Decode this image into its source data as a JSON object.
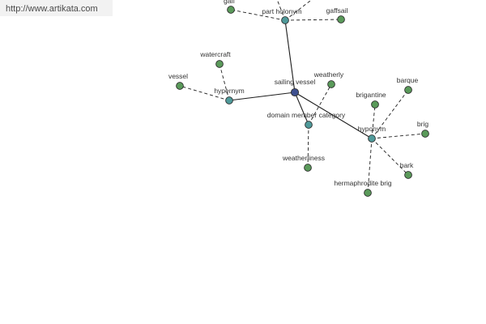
{
  "header": {
    "source_url": "http://www.artikata.com"
  },
  "colors": {
    "center_node": "#3d4f8f",
    "relation_node": "#4f9a9a",
    "leaf_node": "#5a9a5a",
    "edge": "#1e1e1e"
  },
  "graph": {
    "nodes": [
      {
        "id": "sailing-vessel",
        "label": "sailing vessel",
        "kind": "center"
      },
      {
        "id": "part-holonym",
        "label": "part holonym",
        "kind": "relation"
      },
      {
        "id": "hypernym",
        "label": "hypernym",
        "kind": "relation"
      },
      {
        "id": "domain-member-category",
        "label": "domain member category",
        "kind": "relation"
      },
      {
        "id": "hyponym",
        "label": "hyponym",
        "kind": "relation"
      },
      {
        "id": "gaff",
        "label": "gaff",
        "kind": "leaf"
      },
      {
        "id": "gaffsail",
        "label": "gaffsail",
        "kind": "leaf"
      },
      {
        "id": "holonym-leaf-1",
        "label": "",
        "kind": "leaf"
      },
      {
        "id": "holonym-leaf-2",
        "label": "",
        "kind": "leaf"
      },
      {
        "id": "watercraft",
        "label": "watercraft",
        "kind": "leaf"
      },
      {
        "id": "vessel",
        "label": "vessel",
        "kind": "leaf"
      },
      {
        "id": "weatherly",
        "label": "weatherly",
        "kind": "leaf"
      },
      {
        "id": "weatherliness",
        "label": "weatherliness",
        "kind": "leaf"
      },
      {
        "id": "brigantine",
        "label": "brigantine",
        "kind": "leaf"
      },
      {
        "id": "barque",
        "label": "barque",
        "kind": "leaf"
      },
      {
        "id": "brig",
        "label": "brig",
        "kind": "leaf"
      },
      {
        "id": "bark",
        "label": "bark",
        "kind": "leaf"
      },
      {
        "id": "hermaphrodite-brig",
        "label": "hermaphrodite brig",
        "kind": "leaf"
      }
    ],
    "edges": [
      {
        "from": "sailing-vessel",
        "to": "part-holonym",
        "style": "solid"
      },
      {
        "from": "sailing-vessel",
        "to": "hypernym",
        "style": "solid"
      },
      {
        "from": "sailing-vessel",
        "to": "domain-member-category",
        "style": "solid"
      },
      {
        "from": "sailing-vessel",
        "to": "hyponym",
        "style": "solid"
      },
      {
        "from": "part-holonym",
        "to": "gaff",
        "style": "dashed"
      },
      {
        "from": "part-holonym",
        "to": "gaffsail",
        "style": "dashed"
      },
      {
        "from": "part-holonym",
        "to": "holonym-leaf-1",
        "style": "dashed"
      },
      {
        "from": "part-holonym",
        "to": "holonym-leaf-2",
        "style": "dashed"
      },
      {
        "from": "hypernym",
        "to": "watercraft",
        "style": "dashed"
      },
      {
        "from": "hypernym",
        "to": "vessel",
        "style": "dashed"
      },
      {
        "from": "domain-member-category",
        "to": "weatherly",
        "style": "dashed"
      },
      {
        "from": "domain-member-category",
        "to": "weatherliness",
        "style": "dashed"
      },
      {
        "from": "hyponym",
        "to": "brigantine",
        "style": "dashed"
      },
      {
        "from": "hyponym",
        "to": "barque",
        "style": "dashed"
      },
      {
        "from": "hyponym",
        "to": "brig",
        "style": "dashed"
      },
      {
        "from": "hyponym",
        "to": "bark",
        "style": "dashed"
      },
      {
        "from": "hyponym",
        "to": "hermaphrodite-brig",
        "style": "dashed"
      }
    ]
  }
}
